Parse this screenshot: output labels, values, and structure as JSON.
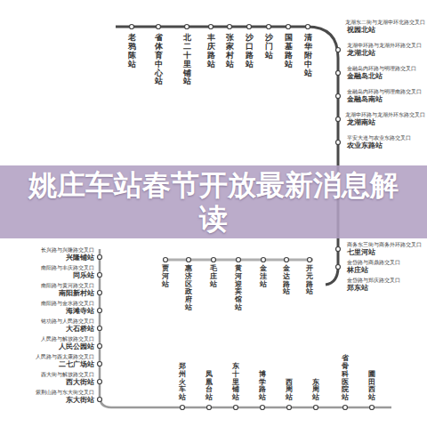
{
  "diagram": {
    "title": "姚庄车站春节开放最新消息解读",
    "labels": [
      "老鸦陈站",
      "省体育中心站",
      "北二十里铺站",
      "丰庆路站",
      "张家村站",
      "沙口路站",
      "沙门站",
      "国基路站",
      "清华附中站",
      "龙湖东二街与龙湖中环北路交叉口",
      "祝园北站",
      "龙湖中环路与龙湖外环路交叉口",
      "龙湖北站",
      "金融岛内环路与明理路交叉口",
      "金融岛北站",
      "金融岛内环路与明理南路交叉口",
      "金融岛南站",
      "龙湖中环路与龙湖外环东路交叉口",
      "龙湖南站",
      "平安大道与农业东路交叉口",
      "农业东路站",
      "商务东三街与商务外环路交叉口",
      "七里河站",
      "金岱路与商鼎路交叉口",
      "林庄站",
      "金岱路与郑庆路交叉口",
      "郑东站",
      "长兴路与兴隆路交叉口",
      "兴隆铺站",
      "南阳路与丰庆路交叉口",
      "同乐站",
      "南阳路与黄河路交叉口",
      "南阳新村站",
      "南阳路与金水路交叉口",
      "海滩寺站",
      "铭功路与人民路交叉口",
      "大石桥站",
      "人民路与解放路交叉口",
      "人民公园站",
      "人民路与西太康路交叉口",
      "二七广场站",
      "西大街与解放路交叉口",
      "西大街站",
      "紫荆山路与东大街交叉口",
      "东大街站",
      "贾河站",
      "惠济区政府站",
      "毛庄站",
      "黄河迎宾馆站",
      "金洼站",
      "金达路站",
      "开元路站",
      "郑州火车站",
      "凤凰台站",
      "东十里铺站",
      "博学路站",
      "西周站",
      "东周站",
      "省骨科医院站",
      "圃田西站"
    ]
  }
}
